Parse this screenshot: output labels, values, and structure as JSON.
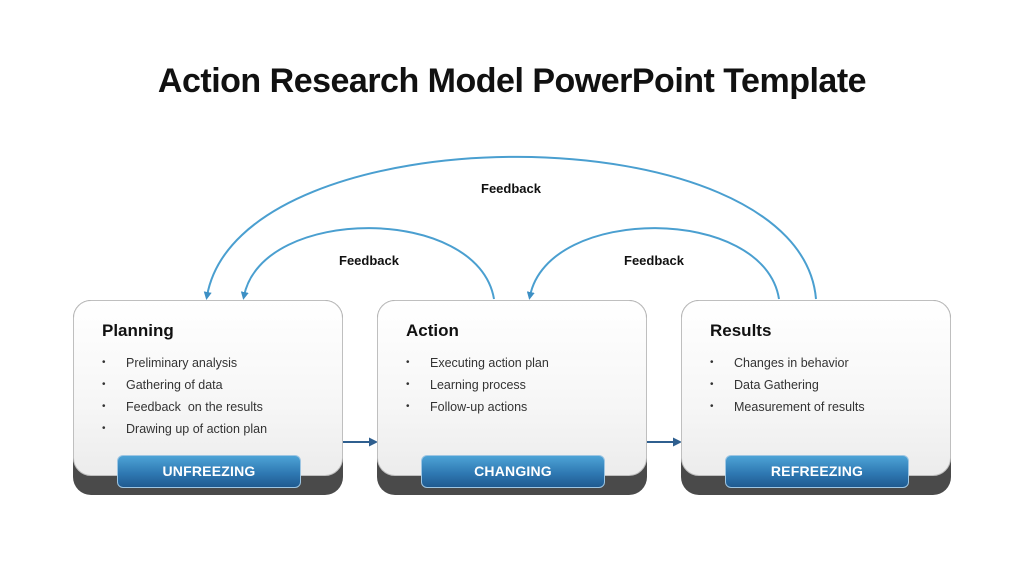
{
  "title": "Action Research Model PowerPoint Template",
  "feedback": {
    "outer": "Feedback",
    "left": "Feedback",
    "right": "Feedback"
  },
  "colors": {
    "arc": "#4a9fd0",
    "connector": "#2f5f8f",
    "button": "#2f79b3",
    "card_base": "#4a4a4a"
  },
  "cards": [
    {
      "title": "Planning",
      "items": [
        "Preliminary analysis",
        "Gathering of data",
        "Feedback  on the results",
        "Drawing up of action plan"
      ],
      "stage": "UNFREEZING"
    },
    {
      "title": "Action",
      "items": [
        "Executing action plan",
        "Learning process",
        "Follow-up actions"
      ],
      "stage": "CHANGING"
    },
    {
      "title": "Results",
      "items": [
        "Changes in behavior",
        "Data Gathering",
        "Measurement of results"
      ],
      "stage": "REFREEZING"
    }
  ]
}
